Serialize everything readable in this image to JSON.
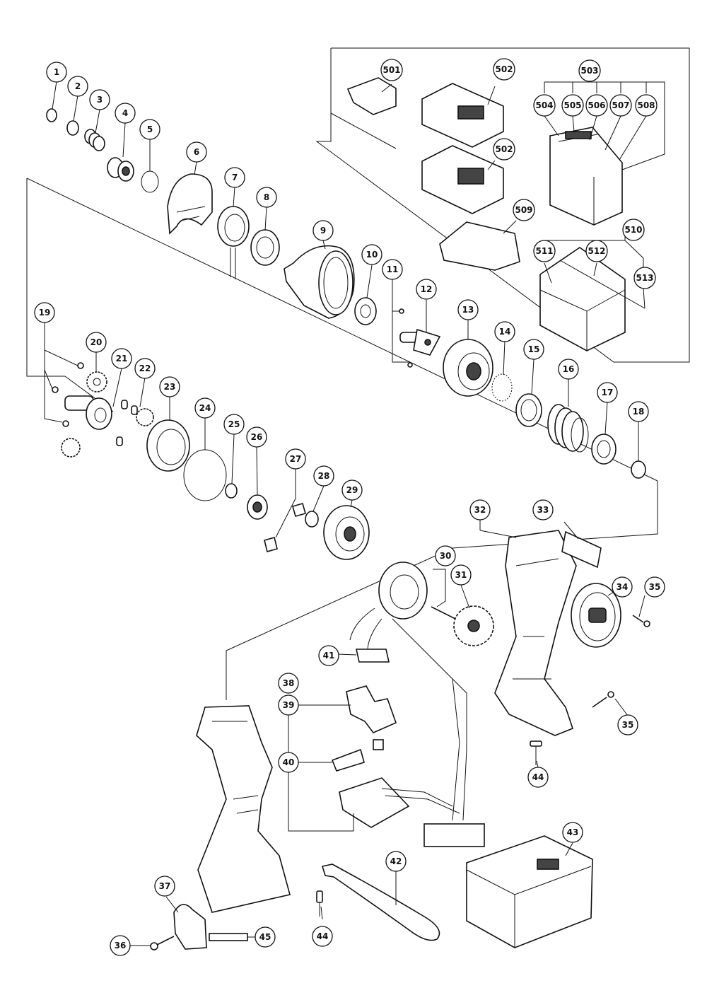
{
  "labels": [
    "1",
    "2",
    "3",
    "4",
    "5",
    "6",
    "7",
    "8",
    "9",
    "10",
    "11",
    "12",
    "13",
    "14",
    "15",
    "16",
    "17",
    "18",
    "19",
    "20",
    "21",
    "22",
    "23",
    "24",
    "25",
    "26",
    "27",
    "28",
    "29",
    "30",
    "31",
    "32",
    "33",
    "34",
    "35",
    "35",
    "36",
    "37",
    "38",
    "39",
    "40",
    "41",
    "42",
    "43",
    "44",
    "44",
    "45",
    "501",
    "502",
    "502",
    "503",
    "504",
    "505",
    "506",
    "507",
    "508",
    "509",
    "510",
    "511",
    "512",
    "513"
  ]
}
